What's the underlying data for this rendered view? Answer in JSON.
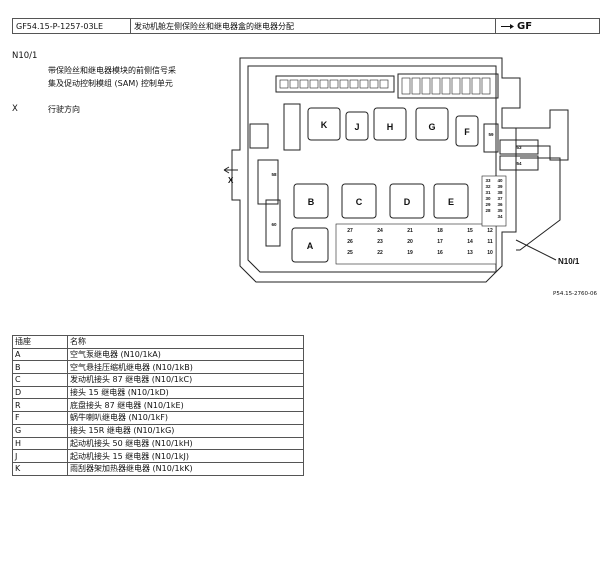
{
  "header": {
    "doc_id": "GF54.15-P-1257-03LE",
    "title": "发动机舱左侧保险丝和继电器盒的继电器分配",
    "logo_text": "GF"
  },
  "legend": [
    {
      "key": "N10/1",
      "text1": "带保险丝和继电器模块的前侧信号采",
      "text2": "集及促动控制模组 (SAM) 控制单元"
    },
    {
      "key": "X",
      "text1": "行驶方向"
    }
  ],
  "diagram": {
    "relays": [
      "K",
      "J",
      "H",
      "G",
      "F",
      "B",
      "C",
      "D",
      "E",
      "A"
    ],
    "fuse_bottom": [
      "27",
      "26",
      "25",
      "24",
      "23",
      "22",
      "21",
      "20",
      "19",
      "18",
      "17",
      "16",
      "15",
      "14",
      "13",
      "12",
      "11",
      "10"
    ],
    "fuse_right": [
      "40",
      "39",
      "38",
      "37",
      "36",
      "35",
      "34",
      "33",
      "32",
      "31",
      "30",
      "29",
      "28"
    ],
    "fuse_big": [
      "53",
      "54"
    ],
    "side_labels": [
      "N10/1",
      "X"
    ],
    "small_labels": [
      "59",
      "58",
      "60"
    ]
  },
  "caption": "P54.15-2760-06",
  "table": {
    "headers": [
      "插座",
      "名称"
    ],
    "rows": [
      [
        "A",
        "空气泵继电器 (N10/1kA)"
      ],
      [
        "B",
        "空气悬挂压缩机继电器 (N10/1kB)"
      ],
      [
        "C",
        "发动机接头 87 继电器 (N10/1kC)"
      ],
      [
        "D",
        "接头 15 继电器 (N10/1kD)"
      ],
      [
        "R",
        "底盘接头 87 继电器 (N10/1kE)"
      ],
      [
        "F",
        "蜗牛喇叭继电器 (N10/1kF)"
      ],
      [
        "G",
        "接头 15R 继电器 (N10/1kG)"
      ],
      [
        "H",
        "起动机接头 50 继电器 (N10/1kH)"
      ],
      [
        "J",
        "起动机接头 15 继电器 (N10/1kJ)"
      ],
      [
        "K",
        "雨刮器架加热器继电器 (N10/1kK)"
      ]
    ]
  }
}
